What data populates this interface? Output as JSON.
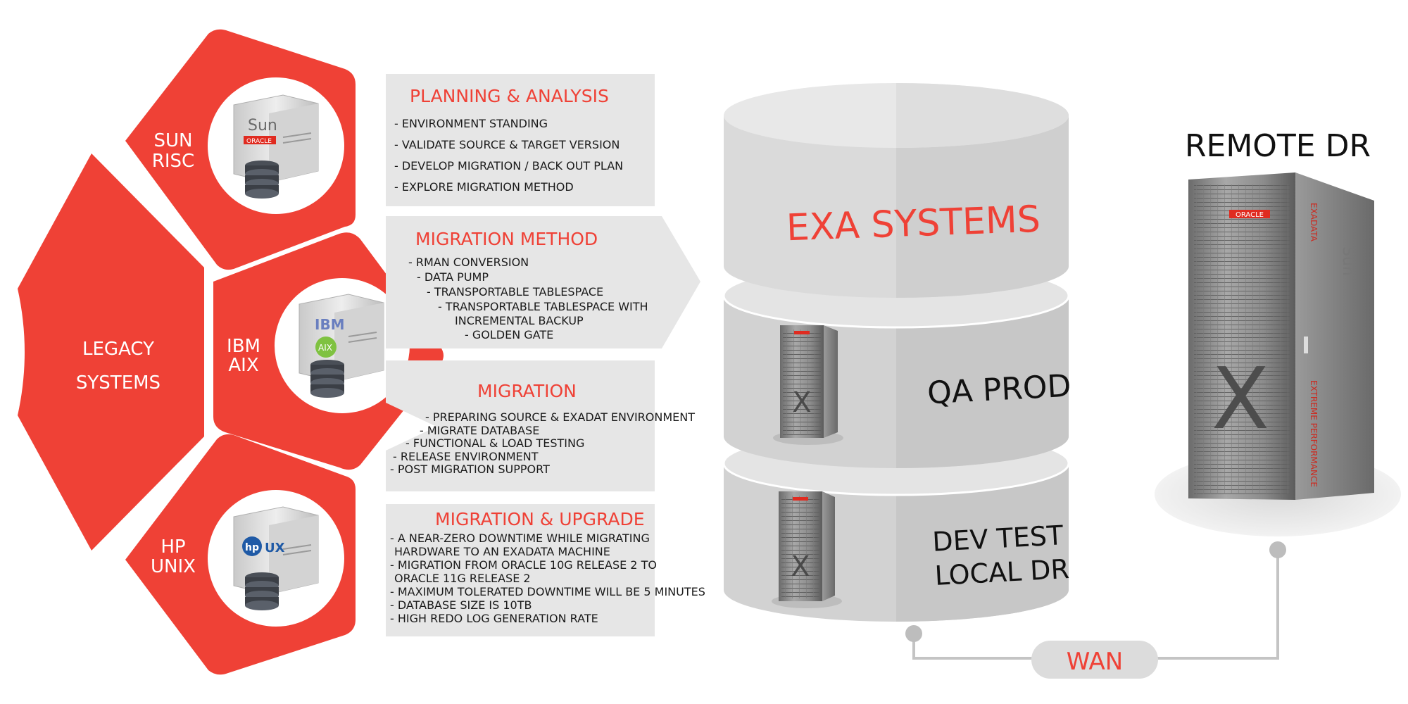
{
  "colors": {
    "red": "#ef4136",
    "panel": "#e6e6e6",
    "cylinder": "#d7d7d7",
    "cylinder_top": "#e8e8e8",
    "text_dark": "#111111"
  },
  "legacy": {
    "title_line1": "LEGACY",
    "title_line2": "SYSTEMS",
    "systems": [
      {
        "line1": "SUN",
        "line2": "RISC",
        "icon": "sun-oracle-server-icon"
      },
      {
        "line1": "IBM",
        "line2": "AIX",
        "icon": "ibm-aix-server-icon"
      },
      {
        "line1": "HP",
        "line2": "UNIX",
        "icon": "hp-ux-server-icon"
      }
    ]
  },
  "panels": [
    {
      "title": "PLANNING & ANALYSIS",
      "items": [
        "- ENVIRONMENT STANDING",
        "- VALIDATE SOURCE & TARGET VERSION",
        "- DEVELOP MIGRATION / BACK OUT PLAN",
        "- EXPLORE MIGRATION METHOD"
      ]
    },
    {
      "title": "MIGRATION METHOD",
      "items": [
        "- RMAN CONVERSION",
        "- DATA PUMP",
        "- TRANSPORTABLE TABLESPACE",
        "- TRANSPORTABLE TABLESPACE WITH",
        "INCREMENTAL BACKUP",
        "- GOLDEN GATE"
      ]
    },
    {
      "title": "MIGRATION",
      "items": [
        "- PREPARING SOURCE & EXADAT ENVIRONMENT",
        "- MIGRATE DATABASE",
        "- FUNCTIONAL & LOAD TESTING",
        "- RELEASE ENVIRONMENT",
        "- POST MIGRATION SUPPORT"
      ]
    },
    {
      "title": "MIGRATION & UPGRADE",
      "items": [
        "- A NEAR-ZERO DOWNTIME WHILE MIGRATING",
        "HARDWARE TO AN EXADATA MACHINE",
        "- MIGRATION FROM ORACLE 10G RELEASE 2 TO",
        "ORACLE 11G RELEASE 2",
        "- MAXIMUM TOLERATED DOWNTIME WILL BE 5 MINUTES",
        "- DATABASE SIZE IS 10TB",
        "- HIGH REDO LOG GENERATION RATE"
      ]
    }
  ],
  "exa": {
    "title": "EXA SYSTEMS",
    "tier2": "QA PROD",
    "tier3_line1": "DEV TEST",
    "tier3_line2": "LOCAL DR"
  },
  "remote": {
    "title": "REMOTE DR"
  },
  "wan": {
    "label": "WAN"
  },
  "rack_text": {
    "brand": "ORACLE",
    "exadata": "EXADATA",
    "extreme": "EXTREME PERFORMANCE",
    "sun": "Sun",
    "mark": "X"
  },
  "server_text": {
    "sun": "Sun",
    "oracle": "ORACLE",
    "ibm": "IBM",
    "aix": "AIX",
    "hp": "hp",
    "ux": "UX"
  }
}
